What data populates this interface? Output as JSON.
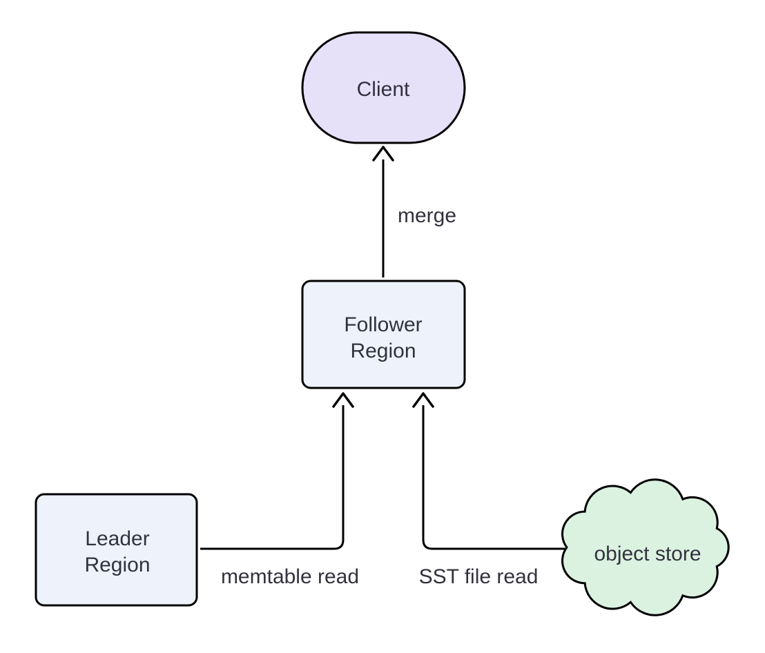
{
  "diagram": {
    "type": "flowchart",
    "background": "#ffffff",
    "colors": {
      "stroke": "#000000",
      "text": "#32323e",
      "client_fill": "#e6e0f8",
      "region_fill": "#edf2fb",
      "cloud_fill": "#dcf2e1"
    },
    "nodes": {
      "client": {
        "label": "Client",
        "shape": "stadium",
        "fill": "#e6e0f8"
      },
      "follower_region": {
        "label_line1": "Follower",
        "label_line2": "Region",
        "shape": "rounded-rectangle",
        "fill": "#edf2fb"
      },
      "leader_region": {
        "label_line1": "Leader",
        "label_line2": "Region",
        "shape": "rounded-rectangle",
        "fill": "#edf2fb"
      },
      "object_store": {
        "label": "object store",
        "shape": "cloud",
        "fill": "#dcf2e1"
      }
    },
    "edges": [
      {
        "from": "Follower Region",
        "to": "Client",
        "label": "merge"
      },
      {
        "from": "Leader Region",
        "to": "Follower Region",
        "label": "memtable read"
      },
      {
        "from": "object store",
        "to": "Follower Region",
        "label": "SST file read"
      }
    ]
  }
}
